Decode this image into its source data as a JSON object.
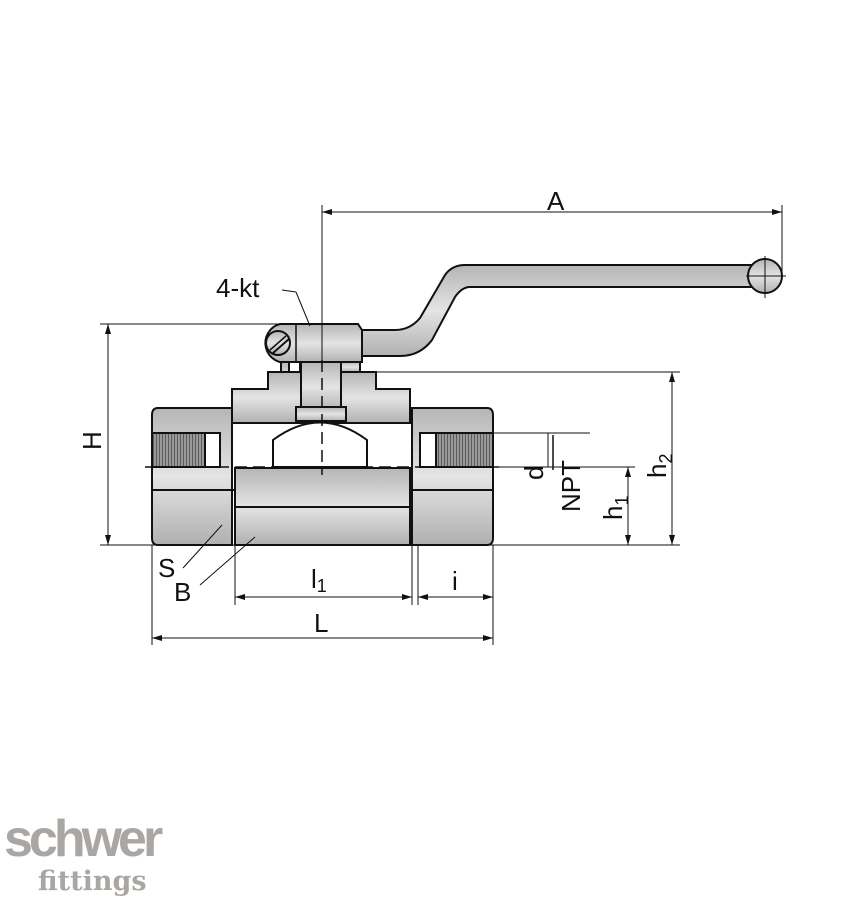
{
  "drawing": {
    "labels": {
      "A": "A",
      "H": "H",
      "four_kt": "4-kt",
      "d": "d",
      "NPT": "NPT",
      "h1": "h",
      "h1_sub": "1",
      "h2": "h",
      "h2_sub": "2",
      "S": "S",
      "B": "B",
      "l1": "l",
      "l1_sub": "1",
      "i": "i",
      "L": "L"
    },
    "colors": {
      "line": "#111111",
      "body": "#c9c9c9",
      "logo": "#aaa6a3"
    }
  },
  "logo": {
    "word1": "schwer",
    "word2": "fittings"
  }
}
